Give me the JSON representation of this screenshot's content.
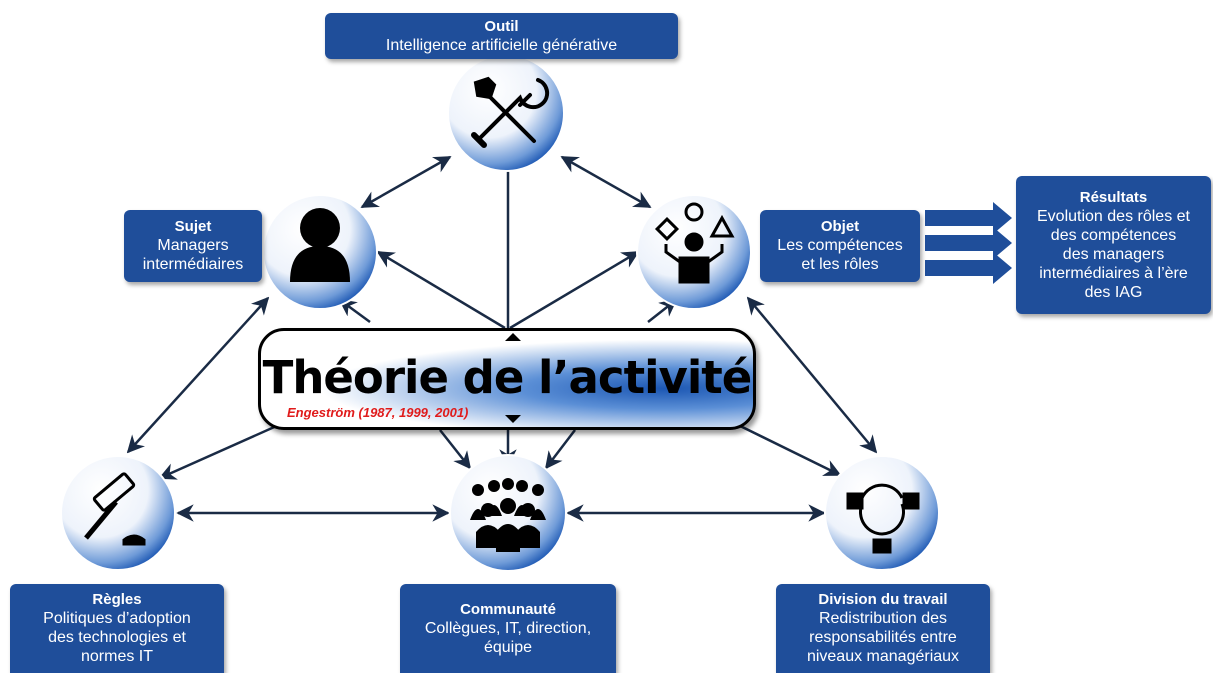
{
  "title": "Théorie de l’activité",
  "reference": "Engeström (1987, 1999, 2001)",
  "nodes": {
    "outil": {
      "title": "Outil",
      "lines": [
        "Intelligence artificielle générative"
      ],
      "icon": "tools-icon"
    },
    "sujet": {
      "title": "Sujet",
      "lines": [
        "Managers",
        "intermédiaires"
      ],
      "icon": "person-icon"
    },
    "objet": {
      "title": "Objet",
      "lines": [
        "Les compétences",
        "et les rôles"
      ],
      "icon": "juggler-icon"
    },
    "resultats": {
      "title": "Résultats",
      "lines": [
        "Evolution des rôles et",
        "des compétences",
        "des managers",
        "intermédiaires à l’ère",
        "des IAG"
      ]
    },
    "regles": {
      "title": "Règles",
      "lines": [
        "Politiques d’adoption",
        "des technologies et",
        "normes IT"
      ],
      "icon": "gavel-icon"
    },
    "communaute": {
      "title": "Communauté",
      "lines": [
        "Collègues, IT, direction,",
        "équipe"
      ],
      "icon": "crowd-icon"
    },
    "division": {
      "title": "Division du travail",
      "lines": [
        "Redistribution des",
        "responsabilités entre",
        "niveaux managériaux"
      ],
      "icon": "handshake-pie-icon"
    }
  },
  "colors": {
    "box": "#1f4e9a",
    "arrow": "#1a2b45",
    "reference": "#e01b1b",
    "circle_edge": "#1c57b3"
  }
}
